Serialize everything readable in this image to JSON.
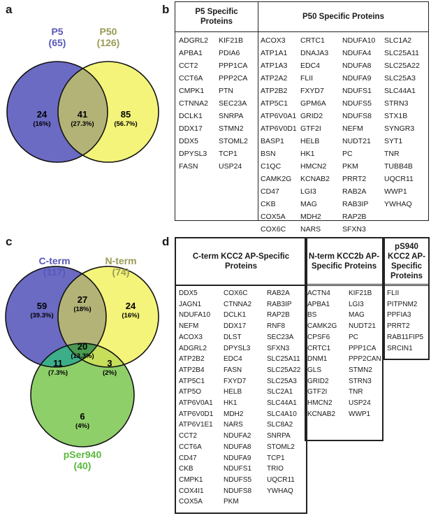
{
  "panels": {
    "a": "a",
    "b": "b",
    "c": "c",
    "d": "d"
  },
  "venn_a": {
    "sets": [
      {
        "name": "P5",
        "count": "(65)",
        "color": "#6b6bc4"
      },
      {
        "name": "P50",
        "count": "(126)",
        "color": "#f2f27c"
      }
    ],
    "regions": [
      {
        "value": "24",
        "pct": "(16%)"
      },
      {
        "value": "41",
        "pct": "(27.3%)"
      },
      {
        "value": "85",
        "pct": "(56.7%)"
      }
    ],
    "colors": {
      "p5": "#6b6bc4",
      "p50": "#f4f47a",
      "overlap": "#b3b378",
      "p5_label": "#5858b8",
      "p50_label": "#9a9a55"
    }
  },
  "table_b": {
    "header_left": "P5 Specific Proteins",
    "header_right": "P50 Specific Proteins",
    "p5": [
      [
        "ADGRL2",
        "APBA1",
        "CCT2",
        "CCT6A",
        "CMPK1",
        "CTNNA2",
        "DCLK1",
        "DDX17",
        "DDX5",
        "DPYSL3",
        "FASN"
      ],
      [
        "KIF21B",
        "PDIA6",
        "PPP1CA",
        "PPP2CA",
        "PTN",
        "SEC23A",
        "SNRPA",
        "STMN2",
        "STOML2",
        "TCP1",
        "USP24"
      ]
    ],
    "p50": [
      [
        "ACOX3",
        "ATP1A1",
        "ATP1A3",
        "ATP2A2",
        "ATP2B2",
        "ATP5C1",
        "ATP6V0A1",
        "ATP6V0D1",
        "BASP1",
        "BSN",
        "C1QC",
        "CAMK2G",
        "CD47",
        "CKB",
        "COX5A",
        "COX6C"
      ],
      [
        "CRTC1",
        "DNAJA3",
        "EDC4",
        "FLII",
        "FXYD7",
        "GPM6A",
        "GRID2",
        "GTF2I",
        "HELB",
        "HK1",
        "HMCN2",
        "KCNAB2",
        "LGI3",
        "MAG",
        "MDH2",
        "NARS"
      ],
      [
        "NDUFA10",
        "NDUFA4",
        "NDUFA8",
        "NDUFA9",
        "NDUFS1",
        "NDUFS5",
        "NDUFS8",
        "NEFM",
        "NUDT21",
        "PC",
        "PKM",
        "PRRT2",
        "RAB2A",
        "RAB3IP",
        "RAP2B",
        "SFXN3"
      ],
      [
        "SLC1A2",
        "SLC25A11",
        "SLC25A22",
        "SLC25A3",
        "SLC44A1",
        "STRN3",
        "STX1B",
        "SYNGR3",
        "SYT1",
        "TNR",
        "TUBB4B",
        "UQCR11",
        "WWP1",
        "YWHAQ"
      ]
    ]
  },
  "venn_c": {
    "sets": [
      {
        "name": "C-term",
        "count": "(117)"
      },
      {
        "name": "N-term",
        "count": "(74)"
      },
      {
        "name": "pSer940",
        "count": "(40)"
      }
    ],
    "regions": [
      {
        "id": "c_only",
        "value": "59",
        "pct": "(39.3%)"
      },
      {
        "id": "cn",
        "value": "27",
        "pct": "(18%)"
      },
      {
        "id": "n_only",
        "value": "24",
        "pct": "(16%)"
      },
      {
        "id": "all",
        "value": "20",
        "pct": "(13.3%)"
      },
      {
        "id": "cp",
        "value": "11",
        "pct": "(7.3%)"
      },
      {
        "id": "np",
        "value": "3",
        "pct": "(2%)"
      },
      {
        "id": "p_only",
        "value": "6",
        "pct": "(4%)"
      }
    ],
    "colors": {
      "cterm": "#6b6bc4",
      "nterm": "#f4f47a",
      "pser": "#8fcf6a",
      "cn": "#b3b378",
      "cp": "#3cae8a",
      "np": "#c6de5a",
      "all": "#4a9a52",
      "cterm_label": "#5858b8",
      "nterm_label": "#9a9a55",
      "pser_label": "#5cb83c"
    }
  },
  "table_d": {
    "header_cterm": "C-term KCC2 AP-Specific Proteins",
    "header_nterm": "N-term KCC2b AP-Specific Proteins",
    "header_pser": "pS940 KCC2 AP-Specific Proteins",
    "cterm": [
      [
        "DDX5",
        "JAGN1",
        "NDUFA10",
        "NEFM",
        "ACOX3",
        "ADGRL2",
        "ATP2B2",
        "ATP2B4",
        "ATP5C1",
        "ATP5O",
        "ATP6V0A1",
        "ATP6V0D1",
        "ATP6V1E1",
        "CCT2",
        "CCT6A",
        "CD47",
        "CKB",
        "CMPK1",
        "COX4I1",
        "COX5A"
      ],
      [
        "COX6C",
        "CTNNA2",
        "DCLK1",
        "DDX17",
        "DLST",
        "DPYSL3",
        "EDC4",
        "FASN",
        "FXYD7",
        "HELB",
        "HK1",
        "MDH2",
        "NARS",
        "NDUFA2",
        "NDUFA8",
        "NDUFA9",
        "NDUFS1",
        "NDUFS5",
        "NDUFS8",
        "PKM"
      ],
      [
        "RAB2A",
        "RAB3IP",
        "RAP2B",
        "RNF8",
        "SEC23A",
        "SFXN3",
        "SLC25A11",
        "SLC25A22",
        "SLC25A3",
        "SLC2A1",
        "SLC44A1",
        "SLC4A10",
        "SLC8A2",
        "SNRPA",
        "STOML2",
        "TCP1",
        "TRIO",
        "UQCR11",
        "YWHAQ"
      ]
    ],
    "nterm": [
      [
        "ACTN4",
        "APBA1",
        "BS",
        "CAMK2G",
        "CPSF6",
        "CRTC1",
        "DNM1",
        "GLS",
        "GRID2",
        "GTF2I",
        "HMCN2",
        "KCNAB2"
      ],
      [
        "KIF21B",
        "LGI3",
        "MAG",
        "NUDT21",
        "PC",
        "PPP1CA",
        "PPP2CAN",
        "STMN2",
        "STRN3",
        "TNR",
        "USP24",
        "WWP1"
      ]
    ],
    "pser": [
      "FLII",
      "PITPNM2",
      "PPFIA3",
      "PRRT2",
      "RAB11FIP5",
      "SRCIN1"
    ]
  }
}
